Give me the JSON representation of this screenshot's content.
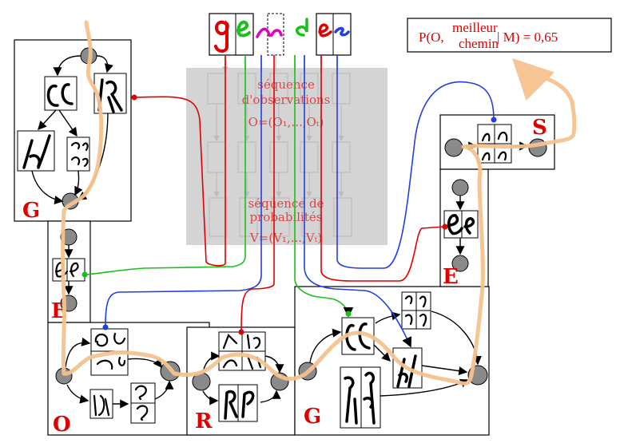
{
  "probability": {
    "label_prefix": "P(O,",
    "superscript": "meilleur",
    "subscript": "chemin",
    "label_suffix": "| M) = 0,65"
  },
  "central": {
    "observation_line1": "séquence",
    "observation_line2": "d'observations",
    "observation_formula": "O=(O₁,...,Oₜ)",
    "probability_line1": "séquence de",
    "probability_line2": "probabilités",
    "probability_formula": "V=(V₁,...,Vₜ)"
  },
  "input_word": {
    "segments": [
      {
        "glyph": "ge",
        "colors": [
          "#e00000",
          "#18c018"
        ]
      },
      {
        "glyph": "n",
        "colors": [
          "#e000c0",
          "#2040e0"
        ]
      },
      {
        "glyph": "de",
        "colors": [
          "#18c018",
          "#2040e0"
        ]
      },
      {
        "glyph": "s",
        "colors": [
          "#e00000",
          "#2040e0"
        ]
      }
    ]
  },
  "letter_models": [
    {
      "id": "G1",
      "letter": "G"
    },
    {
      "id": "E1",
      "letter": "E"
    },
    {
      "id": "O",
      "letter": "O"
    },
    {
      "id": "R",
      "letter": "R"
    },
    {
      "id": "G2",
      "letter": "G"
    },
    {
      "id": "E2",
      "letter": "E"
    },
    {
      "id": "S",
      "letter": "S"
    }
  ],
  "colors": {
    "red": "#e00000",
    "green": "#18c018",
    "blue": "#2040e0",
    "orange_path": "#f6c28e",
    "node_grey": "#8a8a8a"
  }
}
